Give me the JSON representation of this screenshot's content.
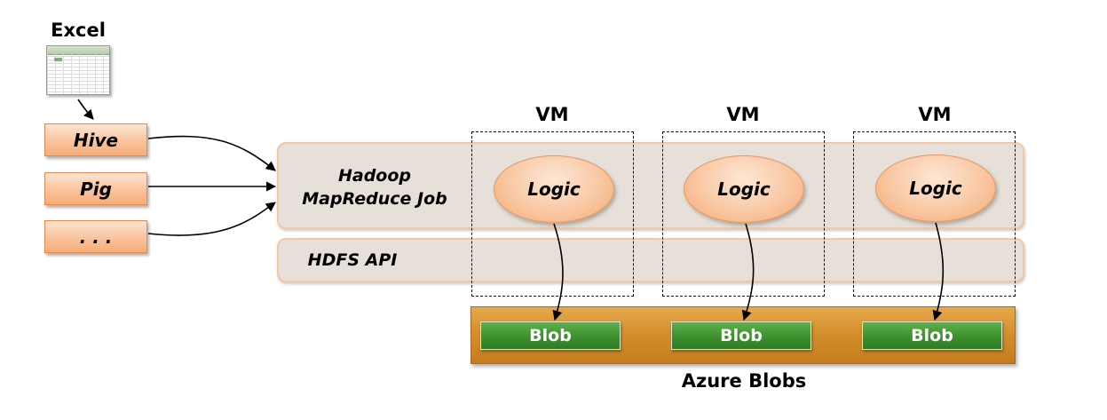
{
  "excel": {
    "label": "Excel"
  },
  "sources": [
    {
      "label": "Hive"
    },
    {
      "label": "Pig"
    },
    {
      "label": ". . ."
    }
  ],
  "hadoop_band": {
    "line1": "Hadoop",
    "line2": "MapReduce Job"
  },
  "hdfs_band": {
    "label": "HDFS API"
  },
  "vms": [
    {
      "label": "VM",
      "logic": "Logic",
      "blob": "Blob"
    },
    {
      "label": "VM",
      "logic": "Logic",
      "blob": "Blob"
    },
    {
      "label": "VM",
      "logic": "Logic",
      "blob": "Blob"
    }
  ],
  "azure": {
    "label": "Azure Blobs"
  },
  "colors": {
    "source_fill": "#f9c39c",
    "band_fill": "#e6e0d8",
    "band_border": "#f2c7a3",
    "azure_fill": "#d48d2a",
    "blob_fill": "#3d8f2f"
  }
}
